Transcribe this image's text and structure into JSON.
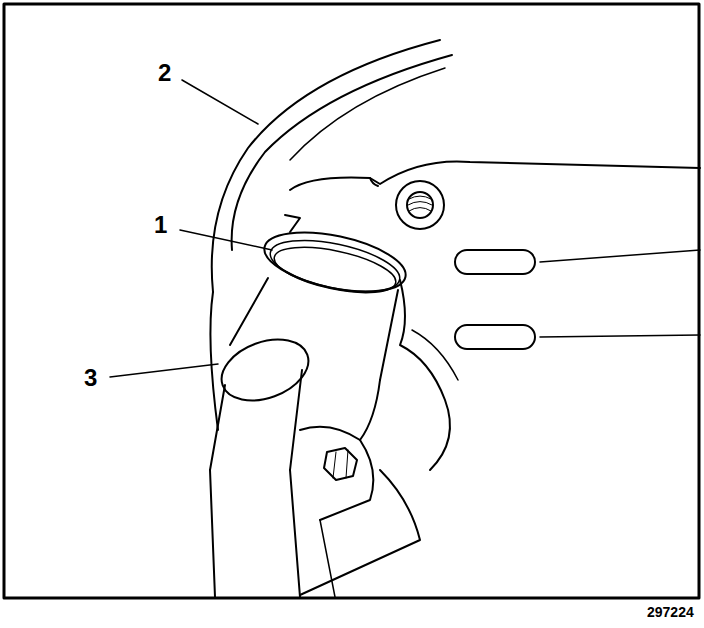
{
  "diagram": {
    "labels": [
      "2",
      "1",
      "3",
      "297224"
    ]
  }
}
